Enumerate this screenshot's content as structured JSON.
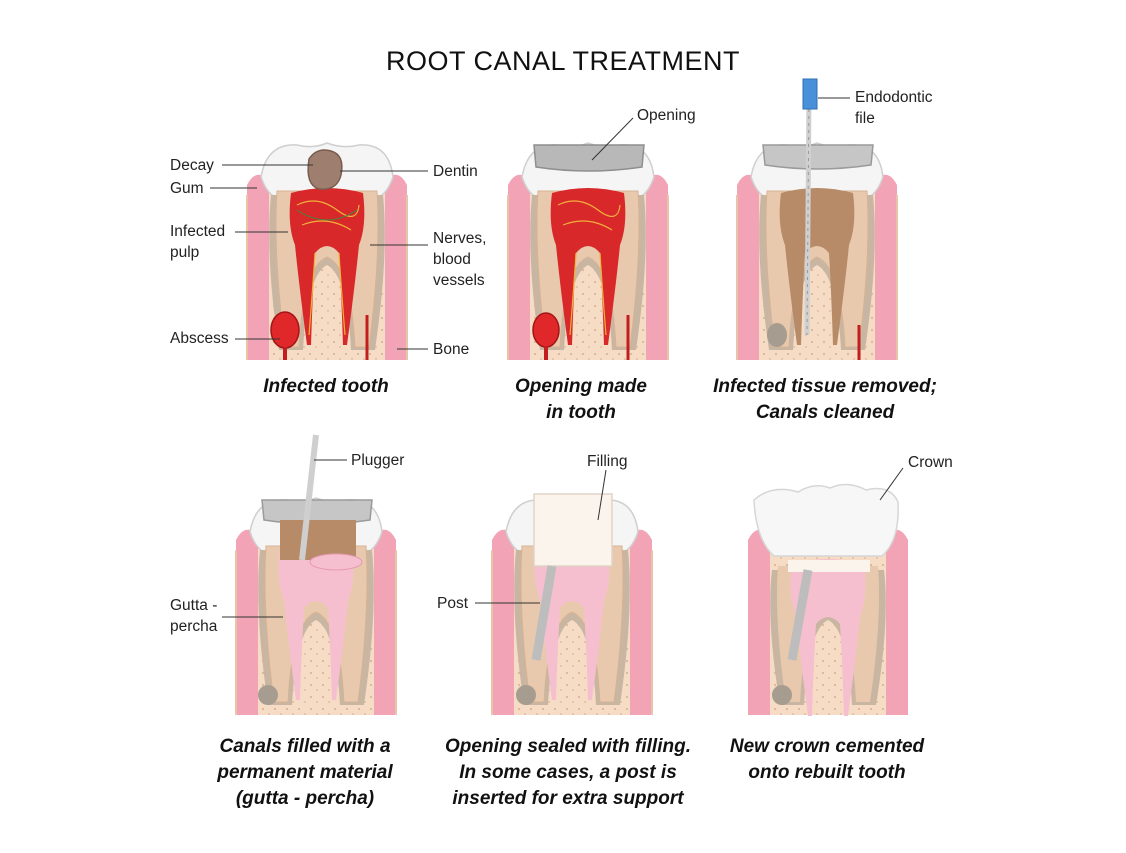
{
  "title": "ROOT CANAL TREATMENT",
  "steps": [
    {
      "caption": [
        "Infected tooth"
      ]
    },
    {
      "caption": [
        "Opening made",
        "in tooth"
      ]
    },
    {
      "caption": [
        "Infected tissue removed;",
        "Canals cleaned"
      ]
    },
    {
      "caption": [
        "Canals filled with a",
        "permanent material",
        "(gutta - percha)"
      ]
    },
    {
      "caption": [
        "Opening sealed with filling.",
        "In some cases, a post is",
        "inserted for extra support"
      ]
    },
    {
      "caption": [
        "New crown cemented",
        "onto rebuilt tooth"
      ]
    }
  ],
  "labels": {
    "decay": "Decay",
    "gum": "Gum",
    "infected_pulp": [
      "Infected",
      "pulp"
    ],
    "abscess": "Abscess",
    "dentin": "Dentin",
    "nerves": [
      "Nerves,",
      "blood",
      "vessels"
    ],
    "bone": "Bone",
    "opening": "Opening",
    "endodontic_file": [
      "Endodontic",
      "file"
    ],
    "plugger": "Plugger",
    "gutta_percha": [
      "Gutta -",
      "percha"
    ],
    "filling": "Filling",
    "post": "Post",
    "crown": "Crown"
  },
  "colors": {
    "bone": "#f6dcc4",
    "enamel": "#f4f4f4",
    "dentin": "#e9c9ad",
    "gum": "#f2a4b6",
    "pulp_infected": "#d8282a",
    "cleaned_canal": "#b78b67",
    "gutta_percha": "#f6bfd0",
    "filling": "#fbf4ec",
    "instrument": "#c8c8c8",
    "file_handle": "#4a90d9"
  }
}
